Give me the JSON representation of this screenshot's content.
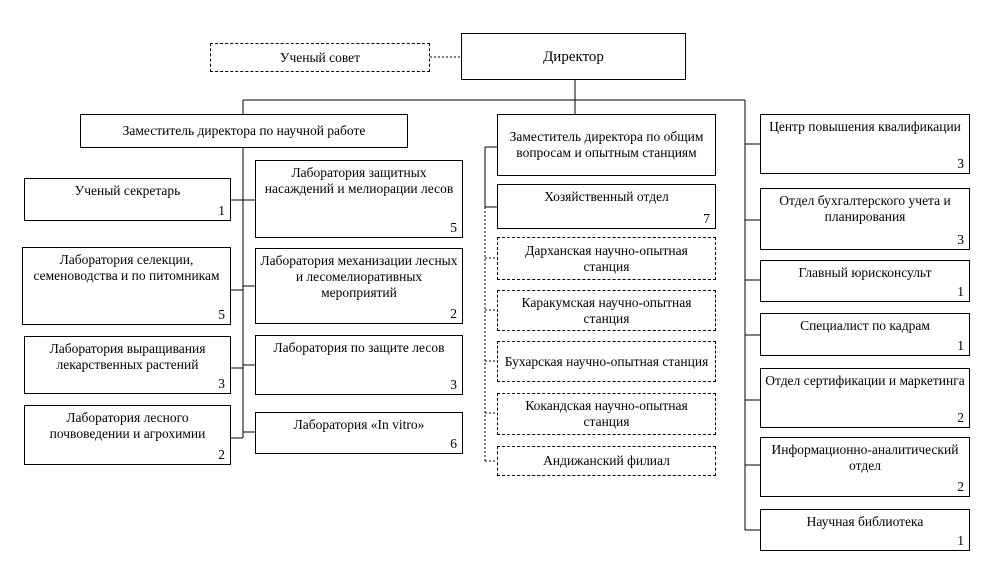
{
  "boxes": {
    "council": {
      "label": "Ученый совет"
    },
    "director": {
      "label": "Директор"
    },
    "dep_science": {
      "label": "Заместитель директора по научной работе"
    },
    "dep_general": {
      "label": "Заместитель директора по общим вопросам и опытным станциям"
    },
    "secretary": {
      "label": "Ученый секретарь",
      "count": "1"
    },
    "lab_selection": {
      "label": "Лаборатория селекции, семеноводства и по питомникам",
      "count": "5"
    },
    "lab_medicinal": {
      "label": "Лаборатория выращивания лекарственных растений",
      "count": "3"
    },
    "lab_soil": {
      "label": "Лаборатория лесного почвоведении и агрохимии",
      "count": "2"
    },
    "lab_protective": {
      "label": "Лаборатория защитных насаждений и мелиорации лесов",
      "count": "5"
    },
    "lab_mechanization": {
      "label": "Лаборатория механизации лесных и лесомелиоративных мероприятий",
      "count": "2"
    },
    "lab_protection": {
      "label": "Лаборатория по защите лесов",
      "count": "3"
    },
    "lab_invitro": {
      "label": "Лаборатория «In vitro»",
      "count": "6"
    },
    "household": {
      "label": "Хозяйственный отдел",
      "count": "7"
    },
    "st_darkhan": {
      "label": "Дарханская научно-опытная станция"
    },
    "st_karakum": {
      "label": "Каракумская научно-опытная станция"
    },
    "st_bukhara": {
      "label": "Бухарская научно-опытная станция"
    },
    "st_kokand": {
      "label": "Кокандская научно-опытная станция"
    },
    "st_andijan": {
      "label": "Андижанский филиал"
    },
    "training": {
      "label": "Центр повышения квалификации",
      "count": "3"
    },
    "accounting": {
      "label": "Отдел бухгалтерского учета и планирования",
      "count": "3"
    },
    "legal": {
      "label": "Главный юрисконсульт",
      "count": "1"
    },
    "hr": {
      "label": "Специалист по кадрам",
      "count": "1"
    },
    "certification": {
      "label": "Отдел сертификации и маркетинга",
      "count": "2"
    },
    "info": {
      "label": "Информационно-аналитический отдел",
      "count": "2"
    },
    "library": {
      "label": "Научная библиотека",
      "count": "1"
    }
  }
}
